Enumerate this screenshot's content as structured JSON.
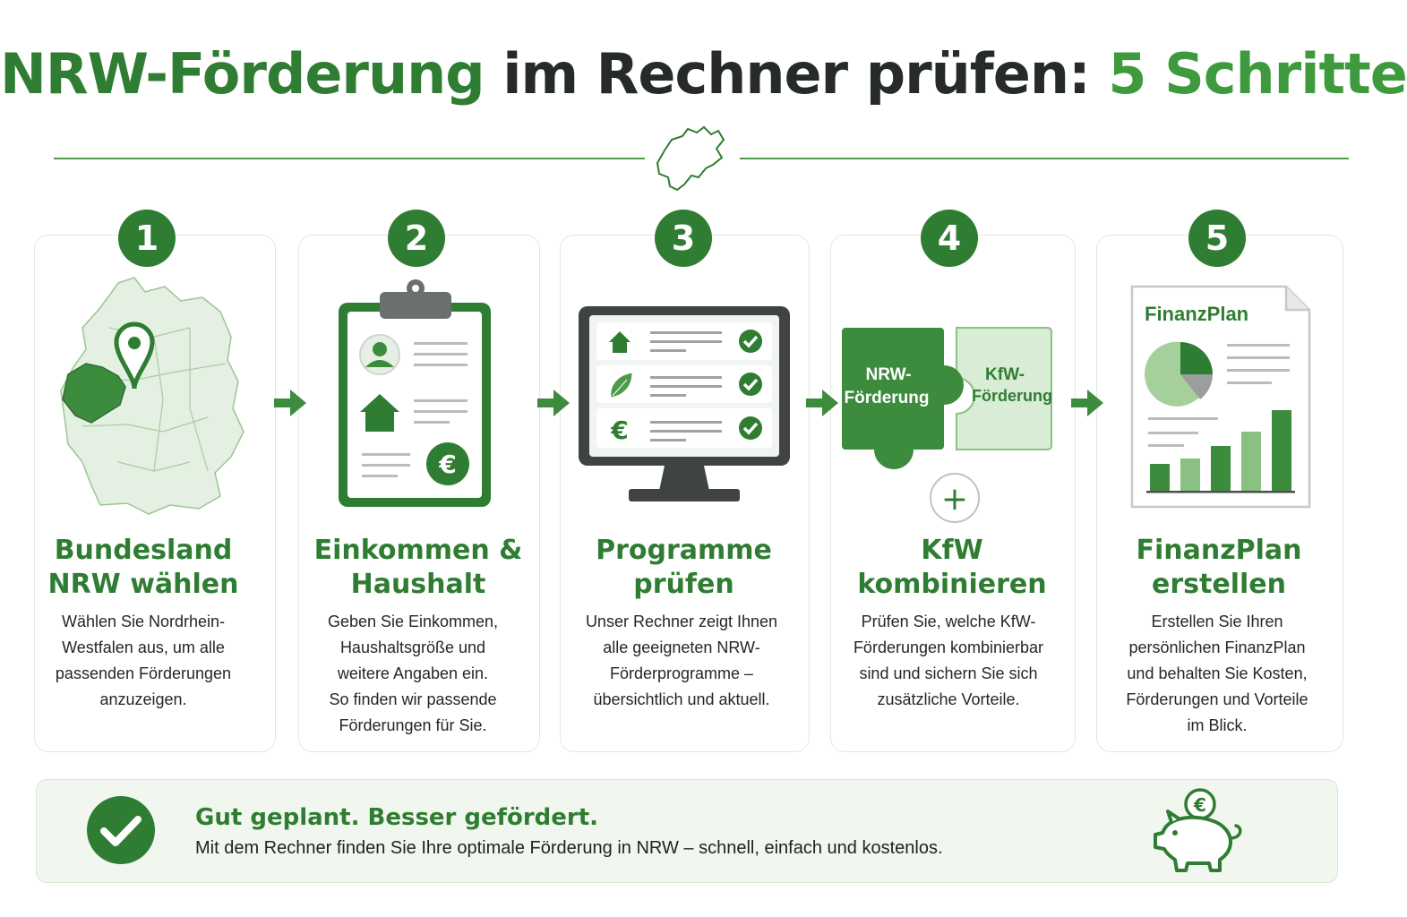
{
  "header": {
    "title_part1": "NRW-Förderung",
    "title_part2": " im Rechner prüfen: ",
    "title_part3": "5 Schritte"
  },
  "steps": [
    {
      "number": "1",
      "title_line1": "Bundesland",
      "title_line2": "NRW wählen",
      "desc": [
        "Wählen Sie Nordrhein-",
        "Westfalen aus, um alle",
        "passenden Förderungen",
        "anzuzeigen."
      ]
    },
    {
      "number": "2",
      "title_line1": "Einkommen &",
      "title_line2": "Haushalt",
      "desc": [
        "Geben Sie Einkommen,",
        "Haushaltsgröße und",
        "weitere Angaben ein.",
        "So finden wir passende",
        "Förderungen für Sie."
      ]
    },
    {
      "number": "3",
      "title_line1": "Programme",
      "title_line2": "prüfen",
      "desc": [
        "Unser Rechner zeigt Ihnen",
        "alle geeigneten NRW-",
        "Förderprogramme –",
        "übersichtlich und aktuell."
      ]
    },
    {
      "number": "4",
      "title_line1": "KfW",
      "title_line2": "kombinieren",
      "desc": [
        "Prüfen Sie, welche KfW-",
        "Förderungen kombinierbar",
        "sind und sichern Sie sich",
        "zusätzliche Vorteile."
      ]
    },
    {
      "number": "5",
      "title_line1": "FinanzPlan",
      "title_line2": "erstellen",
      "desc": [
        "Erstellen Sie Ihren",
        "persönlichen FinanzPlan",
        "und behalten Sie Kosten,",
        "Förderungen und Vorteile",
        "im Blick."
      ]
    }
  ],
  "illustrations": {
    "puzzle_left_line1": "NRW-",
    "puzzle_left_line2": "Förderung",
    "puzzle_right_line1": "KfW-",
    "puzzle_right_line2": "Förderung",
    "doc_title": "FinanzPlan",
    "euro_symbol": "€",
    "plus_symbol": "+"
  },
  "icons": {
    "map": "germany-map-icon",
    "pin": "location-pin-icon",
    "clipboard": "clipboard-icon",
    "monitor": "monitor-icon",
    "puzzle": "puzzle-icon",
    "document": "finance-document-icon",
    "check": "checkmark-icon",
    "piggy": "piggy-bank-icon"
  },
  "banner": {
    "title": "Gut geplant. Besser gefördert.",
    "text": "Mit dem Rechner finden Sie Ihre optimale Förderung in NRW – schnell, einfach und kostenlos."
  },
  "colors": {
    "primary_green": "#2f7d32",
    "light_green": "#d9ecd5",
    "dark_text": "#262b2a"
  }
}
